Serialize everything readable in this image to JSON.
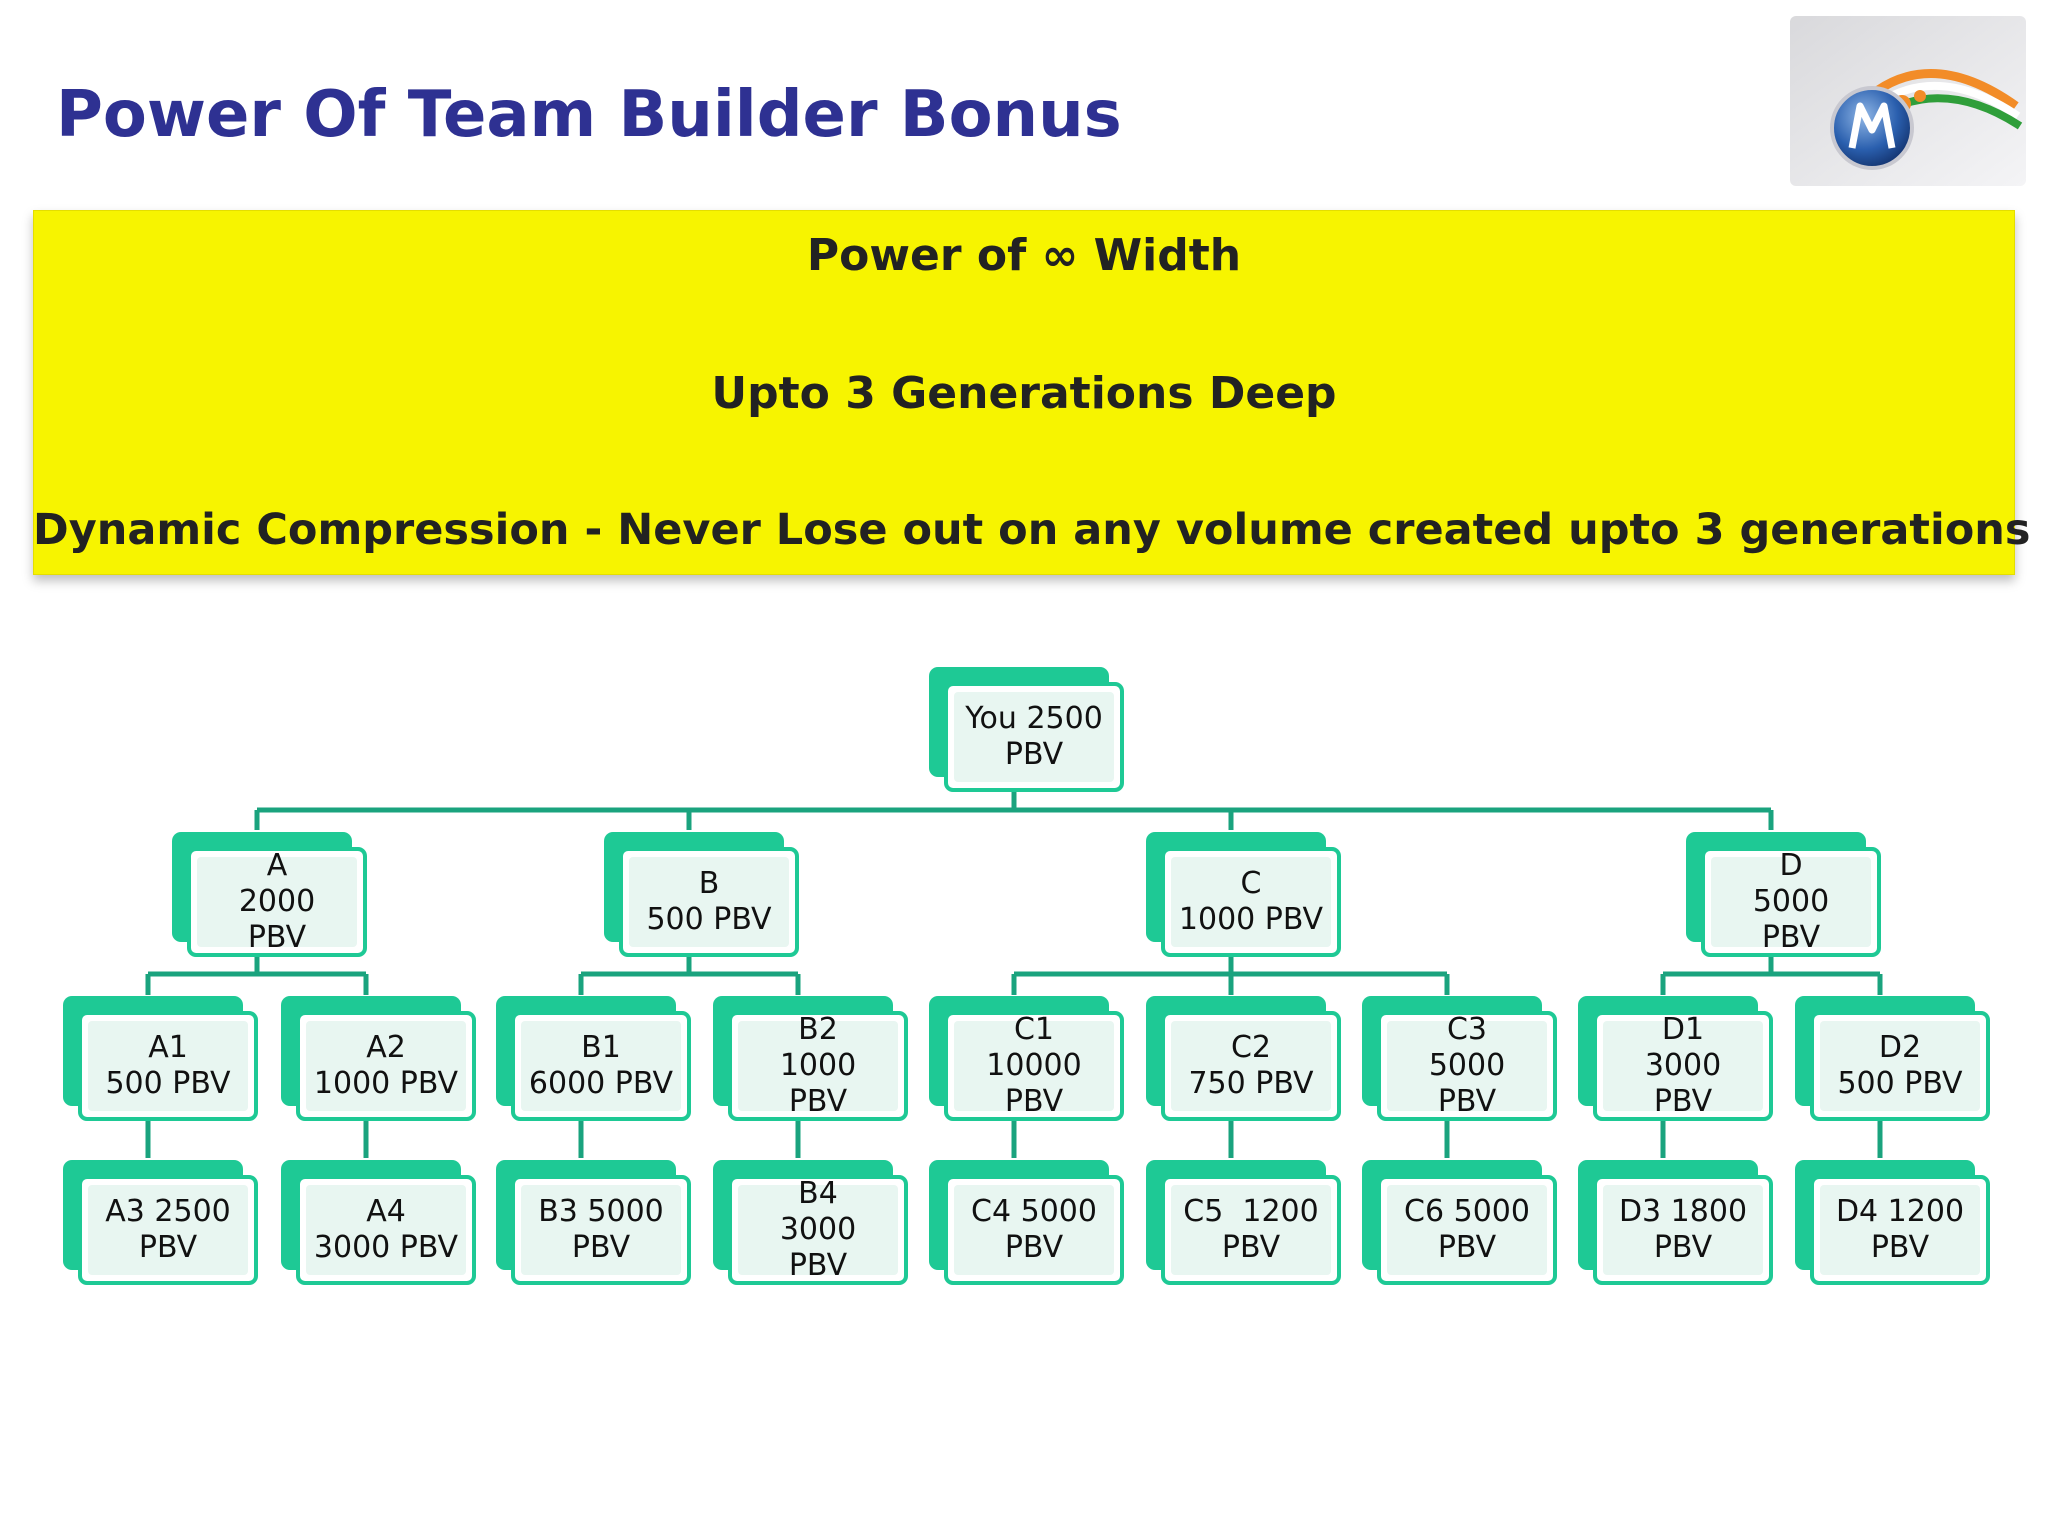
{
  "title": "Power Of Team Builder Bonus",
  "banner": {
    "line1_pre": "Power of ",
    "line1_symbol": "∞",
    "line1_post": " Width",
    "line2": "Upto 3 Generations Deep",
    "line3": "Dynamic Compression - Never Lose out on any volume created upto 3 generations"
  },
  "colors": {
    "title": "#2e3192",
    "banner": "#f7f400",
    "node_accent": "#1ec995",
    "node_fill": "#e8f6f1",
    "connector": "#1aa37e"
  },
  "tree": {
    "root": "You 2500\nPBV",
    "level1": {
      "a": "A\n2000\nPBV",
      "b": "B\n500 PBV",
      "c": "C\n1000 PBV",
      "d": "D\n5000\nPBV"
    },
    "level2": {
      "a1": "A1\n500 PBV",
      "a2": "A2\n1000 PBV",
      "b1": "B1\n6000 PBV",
      "b2": "B2\n1000\nPBV",
      "c1": "C1\n10000\nPBV",
      "c2": "C2\n750 PBV",
      "c3": "C3\n5000\nPBV",
      "d1": "D1\n3000\nPBV",
      "d2": "D2\n500 PBV"
    },
    "level3": {
      "a3": "A3 2500\nPBV",
      "a4": "A4\n3000 PBV",
      "b3": "B3 5000\nPBV",
      "b4": "B4\n3000\nPBV",
      "c4": "C4 5000\nPBV",
      "c5": "C5  1200\nPBV",
      "c6": "C6 5000\nPBV",
      "d3": "D3 1800\nPBV",
      "d4": "D4 1200\nPBV"
    }
  }
}
